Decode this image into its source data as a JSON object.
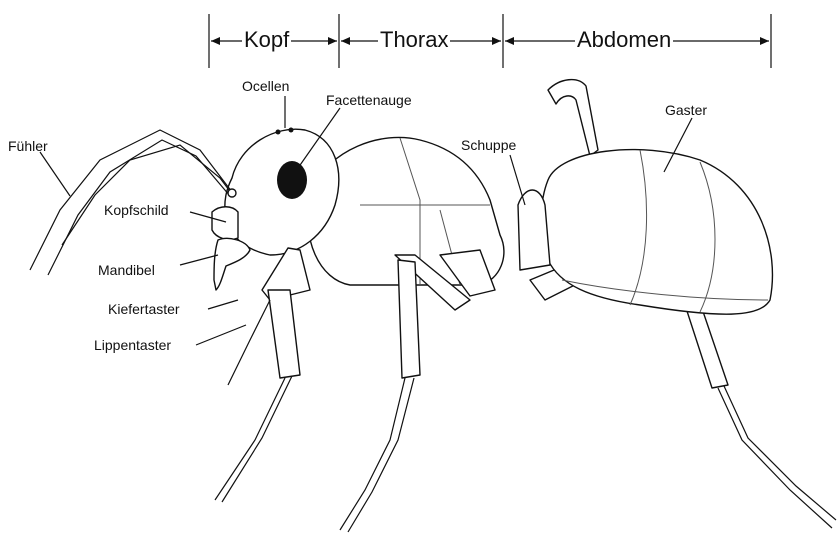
{
  "segments": {
    "head": "Kopf",
    "thorax": "Thorax",
    "abdomen": "Abdomen"
  },
  "labels": {
    "antenna": "Fühler",
    "ocelli": "Ocellen",
    "compound_eye": "Facettenauge",
    "clypeus": "Kopfschild",
    "mandible": "Mandibel",
    "maxillary_palp": "Kiefertaster",
    "labial_palp": "Lippentaster",
    "petiole_scale": "Schuppe",
    "gaster": "Gaster"
  }
}
